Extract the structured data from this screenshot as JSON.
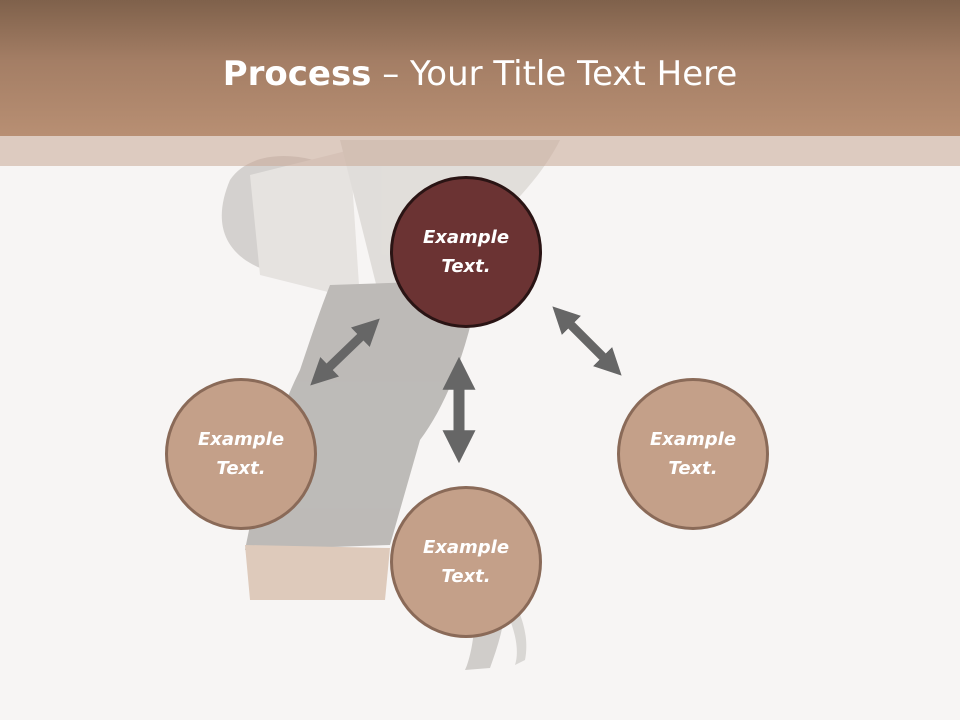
{
  "slide": {
    "title_bold": "Process",
    "title_rest": " – Your Title Text Here"
  },
  "nodes": [
    {
      "label": "Example Text."
    },
    {
      "label": "Example Text."
    },
    {
      "label": "Example Text."
    },
    {
      "label": "Example Text."
    }
  ],
  "colors": {
    "header": "#a47e65",
    "center_node": "#6b3333",
    "outer_node": "#c4a089",
    "arrow": "#666666"
  }
}
